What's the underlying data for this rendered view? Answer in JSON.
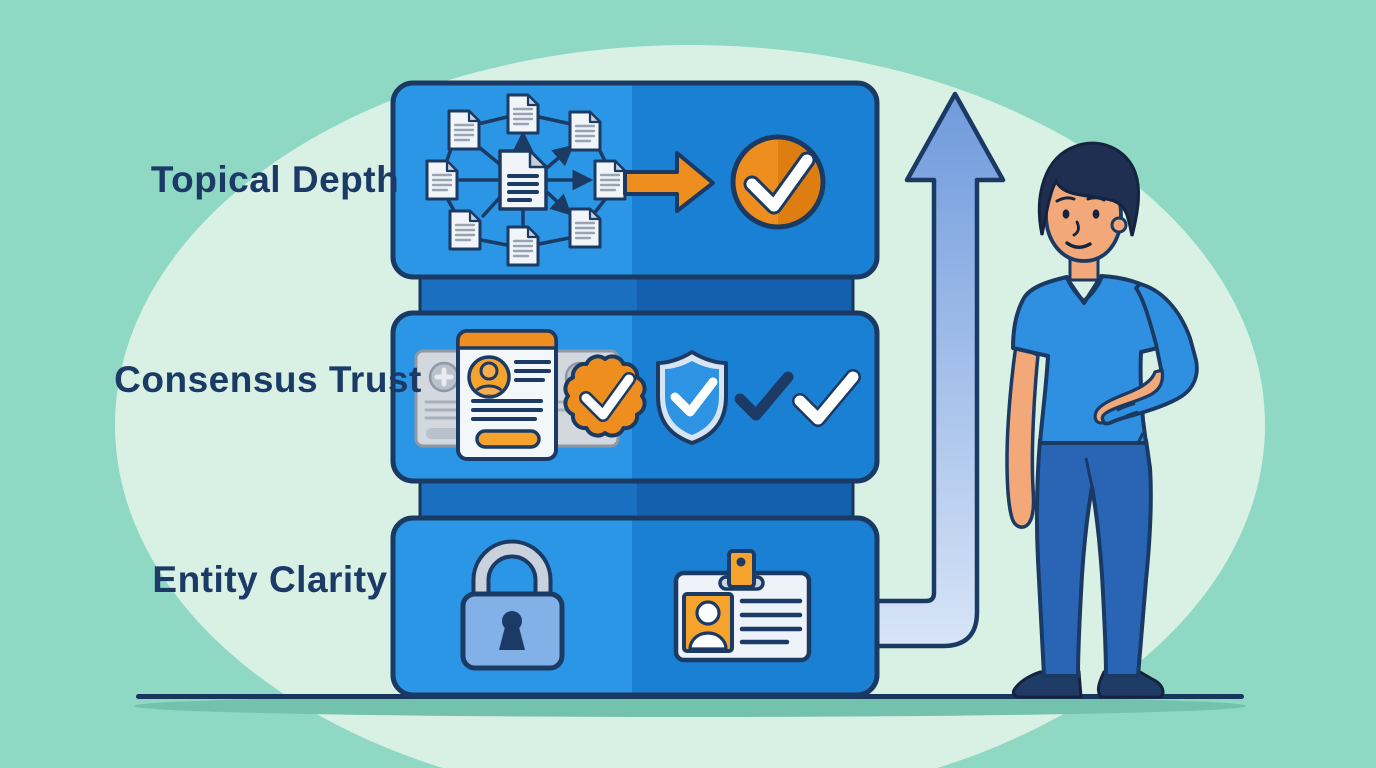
{
  "scene": {
    "description": "Illustration of three stacked blue blocks with trust-concept icons, a rising arrow, and a standing man",
    "rows": [
      {
        "label": "Topical Depth",
        "icons": [
          "document-network-icon",
          "orange-arrow-right-icon",
          "orange-check-circle-icon"
        ]
      },
      {
        "label": "Consensus Trust",
        "icons": [
          "profile-card-stack-icon",
          "verified-rosette-icon",
          "shield-check-icon",
          "navy-check-icon",
          "white-check-icon"
        ]
      },
      {
        "label": "Entity Clarity",
        "icons": [
          "padlock-icon",
          "id-badge-icon"
        ]
      }
    ],
    "colors": {
      "background": "#8ED8C4",
      "spotlight": "#D8F1E4",
      "block_light": "#2B96E6",
      "block_dark": "#1A80D4",
      "band_light": "#1B6FC0",
      "band_dark": "#1560AE",
      "outline_navy": "#1B3A64",
      "accent_orange": "#EE8E1F",
      "accent_orange_dark": "#DE7D10",
      "label_text": "#1B3A66",
      "arrow_gradient_top": "#6F9ADC",
      "arrow_gradient_bottom": "#D9E5F8",
      "skin": "#F2A878",
      "hair": "#1E2F52",
      "shirt": "#2F8FE0",
      "pants": "#2A64B5"
    }
  }
}
